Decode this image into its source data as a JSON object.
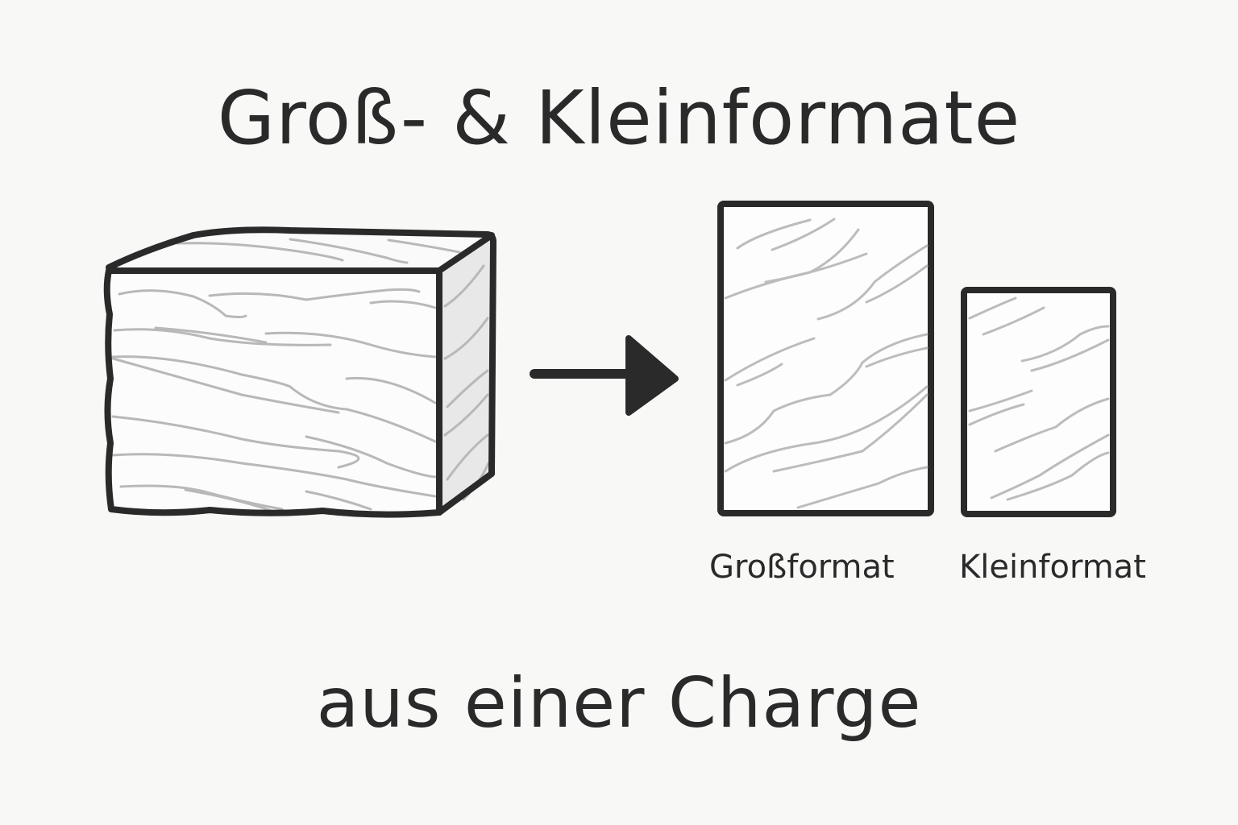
{
  "title": "Groß- & Kleinformate",
  "subtitle": "aus einer Charge",
  "diagram": {
    "source": {
      "shape": "stone-block",
      "description": "3D raw marble block with veins"
    },
    "arrow": {
      "direction": "right"
    },
    "outputs": [
      {
        "label": "Großformat",
        "shape": "large-slab"
      },
      {
        "label": "Kleinformat",
        "shape": "small-slab"
      }
    ]
  },
  "colors": {
    "background": "#f8f8f7",
    "stroke": "#2a2a2a",
    "vein": "#b5b5b5",
    "side_face": "#e6e6e6"
  }
}
